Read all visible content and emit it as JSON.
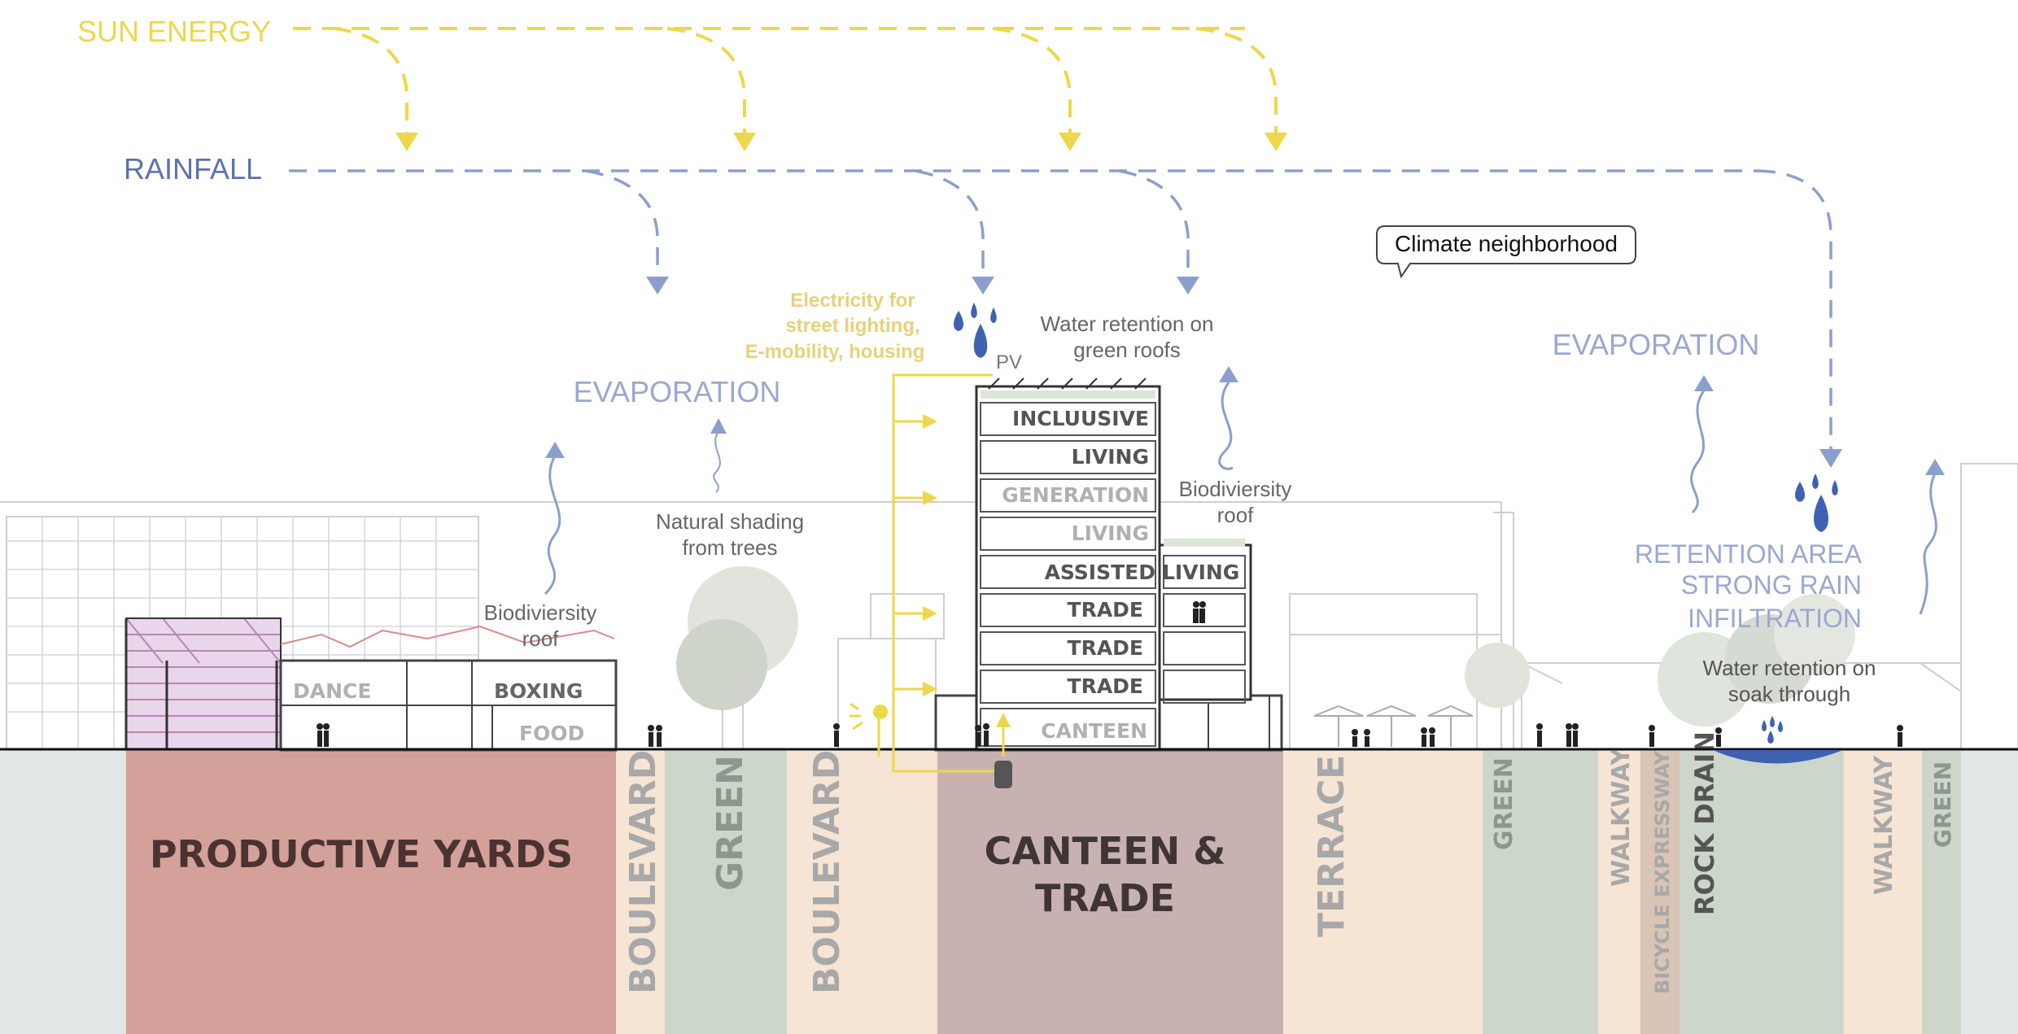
{
  "flows": {
    "sun_energy": "SUN ENERGY",
    "rainfall": "RAINFALL",
    "evaporation_left": "EVAPORATION",
    "evaporation_right": "EVAPORATION"
  },
  "notes": {
    "climate_neighborhood": "Climate neighborhood",
    "electricity_line1": "Electricity for",
    "electricity_line2": "street lighting,",
    "electricity_line3": "E-mobility, housing",
    "pv": "PV",
    "water_retention_roofs_line1": "Water retention on",
    "water_retention_roofs_line2": "green roofs",
    "natural_shading_line1": "Natural shading",
    "natural_shading_line2": "from trees",
    "biodiversity_roof_left_line1": "Biodiviersity",
    "biodiversity_roof_left_line2": "roof",
    "biodiversity_roof_right_line1": "Biodiviersity",
    "biodiversity_roof_right_line2": "roof",
    "retention_area_line1": "RETENTION AREA",
    "retention_area_line2": "STRONG RAIN",
    "retention_area_line3": "INFILTRATION",
    "water_soak_line1": "Water retention on",
    "water_soak_line2": "soak through"
  },
  "building_labels": {
    "dance": "DANCE",
    "boxing": "BOXING",
    "food": "FOOD",
    "inclusive": "INCLUUSIVE",
    "living1": "LIVING",
    "generation": "GENERATION",
    "living2": "LIVING",
    "assisted": "ASSISTED",
    "living3": "LIVING",
    "trade1": "TRADE",
    "trade2": "TRADE",
    "trade3": "TRADE",
    "canteen": "CANTEEN"
  },
  "zones": {
    "productive_yards": "PRODUCTIVE YARDS",
    "boulevard1": "BOULEVARD",
    "green1": "GREEN",
    "boulevard2": "BOULEVARD",
    "canteen_trade_line1": "CANTEEN &",
    "canteen_trade_line2": "TRADE",
    "terrace": "TERRACE",
    "green2": "GREEN",
    "walkway1": "WALKWAY",
    "bicycle_expressway": "BICYCLE EXPRESSWAY",
    "rock_drain": "ROCK DRAIN",
    "walkway2": "WALKWAY",
    "green3": "GREEN"
  },
  "colors": {
    "sun": "#ecd84a",
    "rain": "#8c9fcc",
    "rain_text": "#5b72b0",
    "evaporation_text": "#9aa8d0",
    "water_drop": "#3f62b0",
    "productive_yards": "#d4a19a",
    "boulevard": "#f6e4d4",
    "green": "#ccd6cb",
    "canteen_trade": "#c8b2b1",
    "bicycle": "#d9c4b6",
    "edge_grey": "#e1e6e6"
  }
}
